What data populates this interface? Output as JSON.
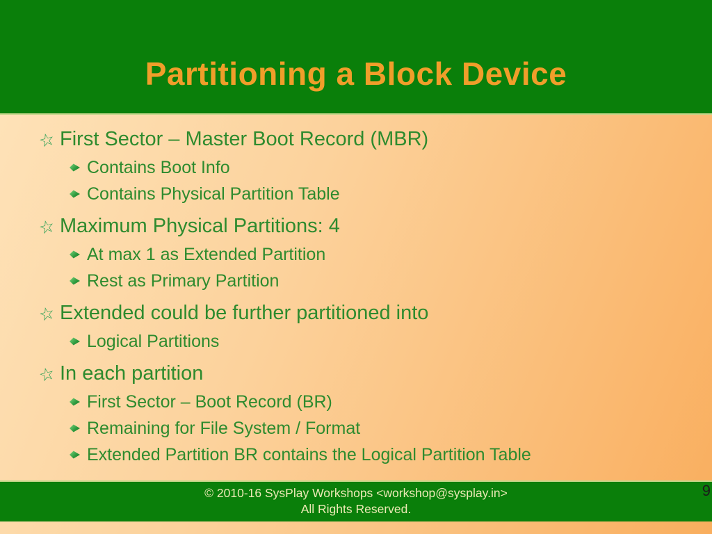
{
  "slide": {
    "title": "Partitioning a Block Device",
    "page_number": "9",
    "bullets": [
      {
        "level": 1,
        "text": "First Sector – Master Boot Record (MBR)"
      },
      {
        "level": 2,
        "text": "Contains Boot Info"
      },
      {
        "level": 2,
        "text": "Contains Physical Partition Table"
      },
      {
        "level": 1,
        "text": "Maximum Physical Partitions: 4"
      },
      {
        "level": 2,
        "text": "At max 1 as Extended Partition"
      },
      {
        "level": 2,
        "text": "Rest as Primary Partition"
      },
      {
        "level": 1,
        "text": "Extended could be further partitioned into"
      },
      {
        "level": 2,
        "text": "Logical Partitions"
      },
      {
        "level": 1,
        "text": "In each partition"
      },
      {
        "level": 2,
        "text": "First Sector – Boot Record (BR)"
      },
      {
        "level": 2,
        "text": "Remaining for File System / Format"
      },
      {
        "level": 2,
        "text": "Extended Partition BR contains the Logical Partition Table"
      }
    ],
    "footer": {
      "line1": "© 2010-16 SysPlay Workshops <workshop@sysplay.in>",
      "line2": "All Rights Reserved."
    },
    "icons": {
      "level1_bullet": "star-bullet-icon",
      "level1_glyph": "☆",
      "level2_bullet": "diamond-arrow-bullet-icon"
    },
    "colors": {
      "band_green": "#0a7f0a",
      "band_edge_highlight": "#c3d68a",
      "title_orange": "#f09e2a",
      "body_text_green": "#2e8b2e",
      "footer_text_cream": "#ece9b5",
      "page_number_color": "#1b1b1b",
      "background_light": "#fee4bb",
      "background_dark": "#f9ae5e",
      "bullet_green_light": "#7fd87f",
      "bullet_green_dark": "#0f7a1f"
    }
  }
}
